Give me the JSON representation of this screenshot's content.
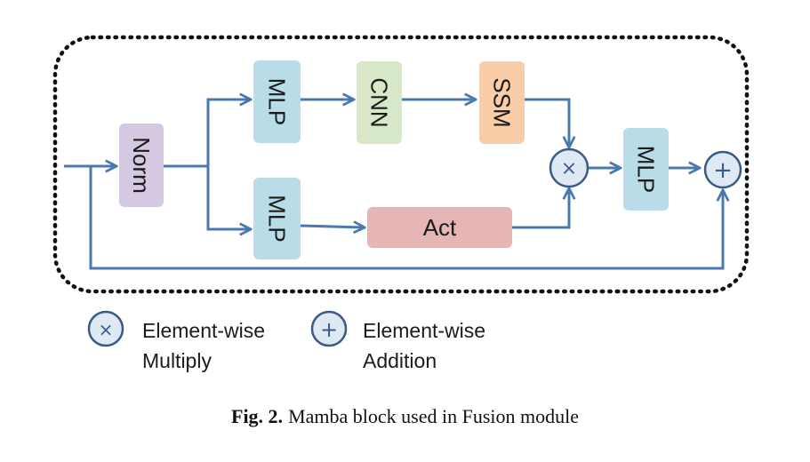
{
  "blocks": {
    "norm": "Norm",
    "mlp_top": "MLP",
    "cnn": "CNN",
    "ssm": "SSM",
    "mlp_bottom": "MLP",
    "act": "Act",
    "mlp_out": "MLP"
  },
  "operators": {
    "multiply_symbol": "×",
    "add_symbol": "+"
  },
  "legend": {
    "multiply_line1": "Element-wise",
    "multiply_line2": "Multiply",
    "add_line1": "Element-wise",
    "add_line2": "Addition"
  },
  "caption": {
    "label": "Fig. 2.",
    "text": "Mamba block used in Fusion module"
  },
  "colors": {
    "arrow": "#4a78b0",
    "norm_fill": "#d4c8e2",
    "mlp_fill": "#b9dde8",
    "cnn_fill": "#d6e8c8",
    "ssm_fill": "#f8cda8",
    "act_fill": "#e6b6b6",
    "operator_fill": "#dfe9f4",
    "operator_stroke": "#3c5a86"
  }
}
